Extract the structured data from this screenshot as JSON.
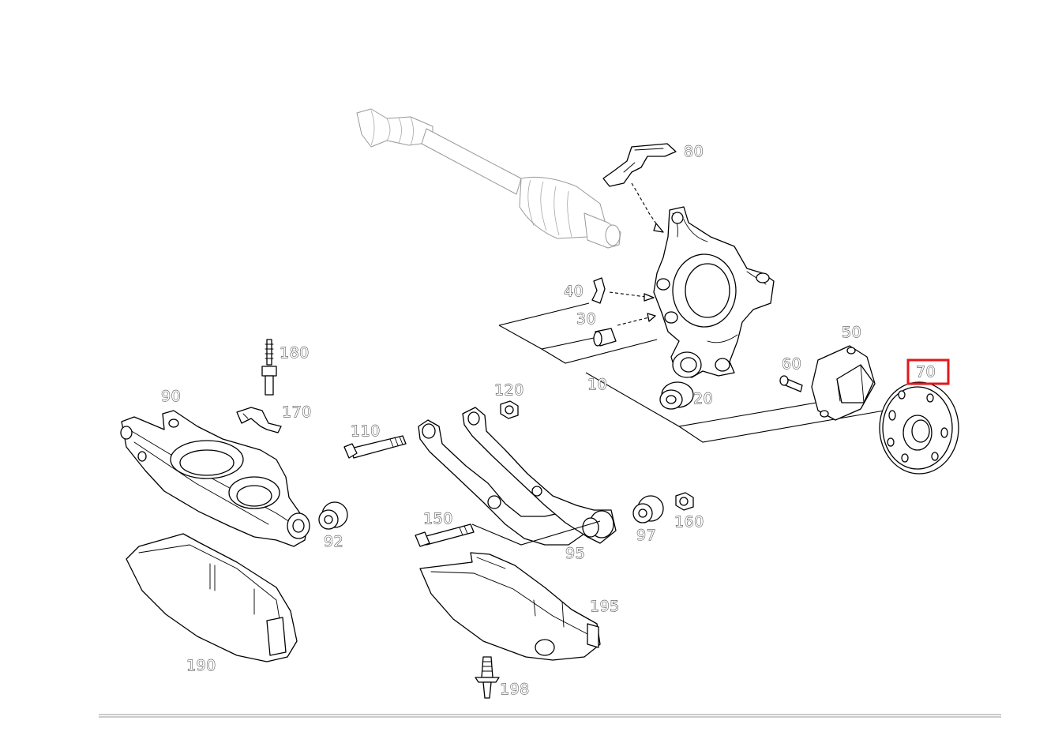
{
  "diagram": {
    "highlight_color": "#e0191c",
    "highlighted_part": "70",
    "labels": {
      "p10": "10",
      "p20": "20",
      "p30": "30",
      "p40": "40",
      "p50": "50",
      "p60": "60",
      "p70": "70",
      "p80": "80",
      "p90": "90",
      "p92": "92",
      "p95": "95",
      "p97": "97",
      "p110": "110",
      "p120": "120",
      "p150": "150",
      "p160": "160",
      "p170": "170",
      "p180": "180",
      "p190": "190",
      "p195": "195",
      "p198": "198"
    }
  }
}
